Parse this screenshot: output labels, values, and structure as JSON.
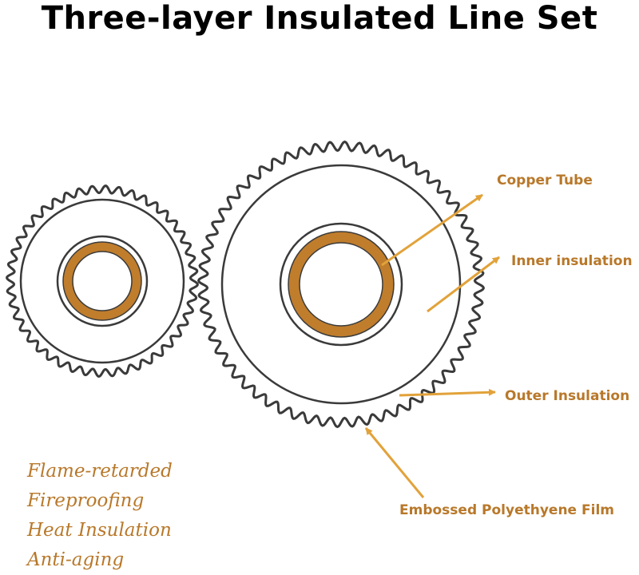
{
  "title": "Three-layer Insulated Line Set",
  "colors": {
    "accent": "#b8782a",
    "copper": "#c07d2c",
    "arrow": "#e2a23a",
    "outline": "#3a3a3a",
    "title": "#000000"
  },
  "callouts": {
    "copper_tube": "Copper Tube",
    "inner_insulation": "Inner insulation",
    "outer_insulation": "Outer Insulation",
    "film": "Embossed Polyethyene Film"
  },
  "features": [
    "Flame-retarded",
    "Fireproofing",
    "Heat Insulation",
    "Anti-aging"
  ]
}
